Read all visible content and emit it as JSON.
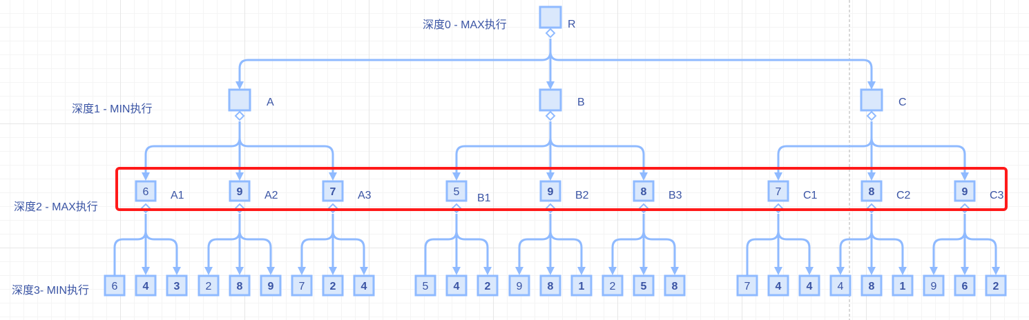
{
  "colors": {
    "node_fill": "#dae8fc",
    "node_stroke": "#8fbaff",
    "edge": "#8fbaff",
    "text": "#3a54a4",
    "highlight": "#ff1a1a",
    "guide": "#b0b0b0"
  },
  "depth_labels": [
    "深度0 - MAX执行",
    "深度1 - MIN执行",
    "深度2 - MAX执行",
    "深度3- MIN执行"
  ],
  "root": {
    "name": "R",
    "value": ""
  },
  "depth1": [
    {
      "name": "A",
      "value": ""
    },
    {
      "name": "B",
      "value": ""
    },
    {
      "name": "C",
      "value": ""
    }
  ],
  "depth2": [
    {
      "name": "A1",
      "value": "6",
      "bold": false
    },
    {
      "name": "A2",
      "value": "9",
      "bold": true
    },
    {
      "name": "A3",
      "value": "7",
      "bold": true
    },
    {
      "name": "B1",
      "value": "5",
      "bold": false
    },
    {
      "name": "B2",
      "value": "9",
      "bold": true
    },
    {
      "name": "B3",
      "value": "8",
      "bold": true
    },
    {
      "name": "C1",
      "value": "7",
      "bold": false
    },
    {
      "name": "C2",
      "value": "8",
      "bold": true
    },
    {
      "name": "C3",
      "value": "9",
      "bold": true
    }
  ],
  "leaves": [
    [
      "6",
      "4",
      "3"
    ],
    [
      "2",
      "8",
      "9"
    ],
    [
      "7",
      "2",
      "4"
    ],
    [
      "5",
      "4",
      "2"
    ],
    [
      "9",
      "8",
      "1"
    ],
    [
      "2",
      "5",
      "8"
    ],
    [
      "7",
      "4",
      "4"
    ],
    [
      "4",
      "8",
      "1"
    ],
    [
      "9",
      "6",
      "2"
    ]
  ],
  "highlighted_depth": 2
}
